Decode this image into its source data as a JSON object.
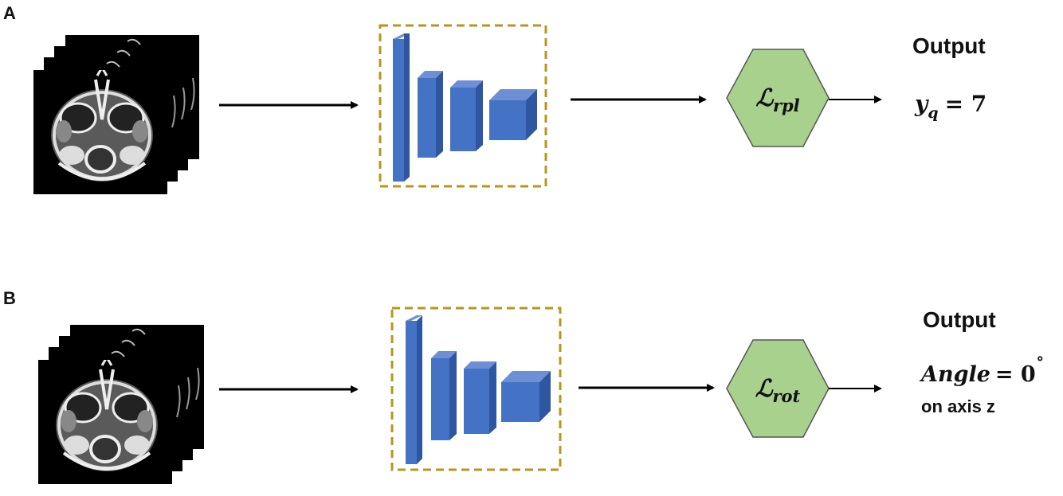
{
  "panels": [
    {
      "label": "A",
      "output_title": "Output",
      "loss_symbol": "ℒ",
      "loss_subscript": "rpl",
      "output_var": "y",
      "output_var_sub": "q",
      "output_eq": "= 7"
    },
    {
      "label": "B",
      "output_title": "Output",
      "loss_symbol": "ℒ",
      "loss_subscript": "rot",
      "output_var": "Angle",
      "output_eq": "= 0",
      "output_degree": "˚",
      "output_note": "on axis z"
    }
  ],
  "colors": {
    "cnn_block": "#4472c4",
    "cnn_block_top": "#6d8fd6",
    "cnn_block_side": "#2f56a0",
    "dashed_border": "#b8961c",
    "loss_fill": "#a9d18e",
    "loss_stroke": "#555555",
    "arrow": "#000000"
  }
}
